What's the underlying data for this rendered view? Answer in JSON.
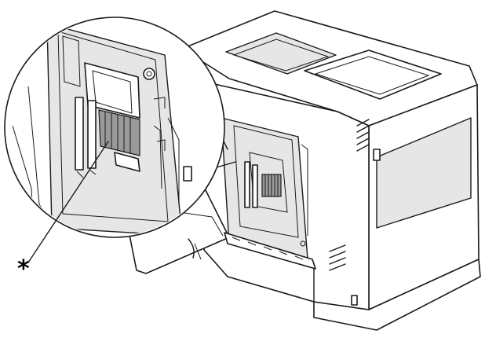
{
  "callout": {
    "marker": "*"
  },
  "colors": {
    "line": "#1a1a1a",
    "panel": "#ffffff",
    "shade": "#e6e6e6",
    "card": "#9a9a9a"
  },
  "icons": [
    "printer-body",
    "side-cover-open",
    "controller-board",
    "memory-card-slot",
    "magnifier-circle",
    "leader-line"
  ]
}
